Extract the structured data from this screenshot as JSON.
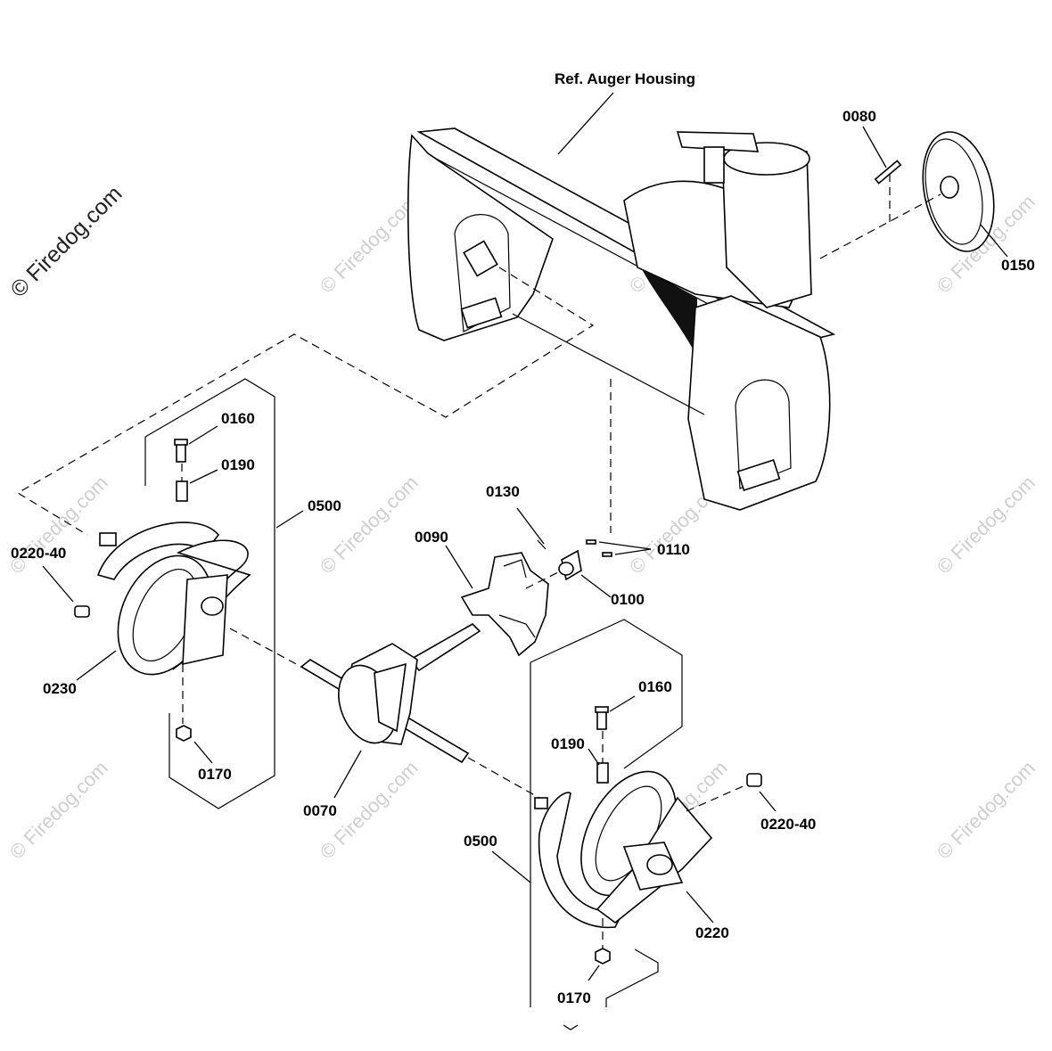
{
  "watermark": {
    "main": "© Firedog.com",
    "repeat": "© Firedog.com"
  },
  "labels": {
    "auger_housing": "Ref. Auger Housing",
    "p0080": "0080",
    "p0150": "0150",
    "p0160_left": "0160",
    "p0190_left": "0190",
    "p0500_left": "0500",
    "p0220_40_left": "0220-40",
    "p0230": "0230",
    "p0170_left": "0170",
    "p0130": "0130",
    "p0090": "0090",
    "p0110": "0110",
    "p0100": "0100",
    "p0070": "0070",
    "p0160_right": "0160",
    "p0190_right": "0190",
    "p0220_40_right": "0220-40",
    "p0500_right": "0500",
    "p0220": "0220",
    "p0170_right": "0170"
  },
  "icons": [
    "auger-housing-drawing",
    "pulley-drawing",
    "gearbox-drawing",
    "impeller-drawing",
    "auger-drawing"
  ]
}
